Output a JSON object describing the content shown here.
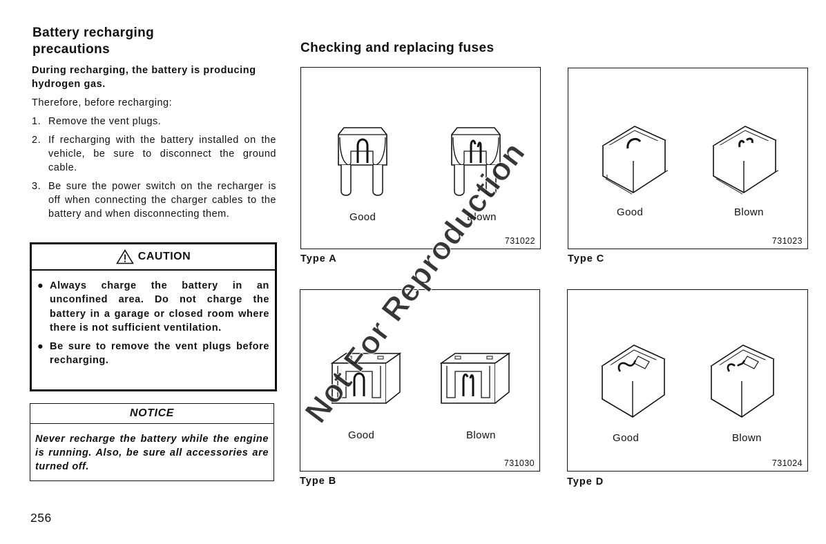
{
  "left": {
    "heading": "Battery recharging precautions",
    "lead": "During recharging, the battery is producing hydrogen gas.",
    "intro": "Therefore, before recharging:",
    "steps": [
      {
        "num": "1.",
        "text": "Remove the vent plugs."
      },
      {
        "num": "2.",
        "text": "If recharging with the battery installed on the vehicle, be sure to disconnect the ground cable."
      },
      {
        "num": "3.",
        "text": "Be sure the power switch on the recharger is off when connecting the charger cables to the battery and when disconnecting them."
      }
    ],
    "caution": {
      "title": "CAUTION",
      "items": [
        "Always charge the battery in an unconfined area. Do not charge the battery in a garage or closed room where there is not sufficient ventilation.",
        "Be sure to remove the vent plugs before recharging."
      ]
    },
    "notice": {
      "title": "NOTICE",
      "text": "Never recharge the battery while the engine is running. Also, be sure all accessories are turned off."
    }
  },
  "right": {
    "heading": "Checking and replacing fuses",
    "panels": {
      "a": {
        "good": "Good",
        "blown": "Blown",
        "code": "731022",
        "type": "Type A"
      },
      "b": {
        "good": "Good",
        "blown": "Blown",
        "code": "731030",
        "type": "Type B"
      },
      "c": {
        "good": "Good",
        "blown": "Blown",
        "code": "731023",
        "type": "Type C"
      },
      "d": {
        "good": "Good",
        "blown": "Blown",
        "code": "731024",
        "type": "Type D"
      }
    }
  },
  "watermark": "Not For Reproduction",
  "page_number": "256"
}
